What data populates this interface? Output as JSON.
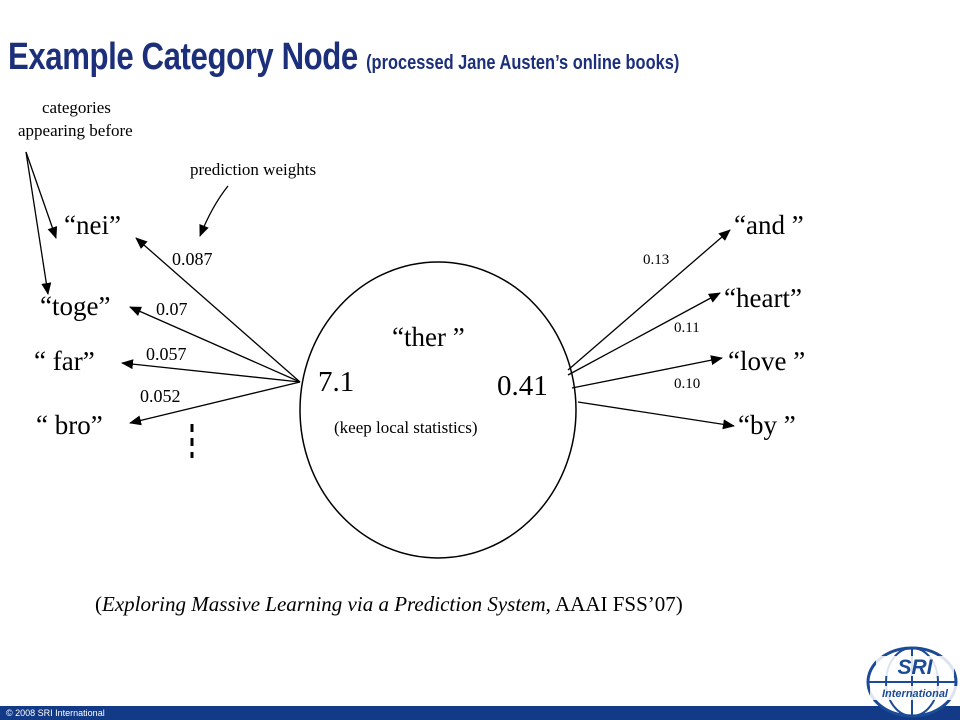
{
  "title": {
    "main": "Example Category Node",
    "subtitle": "(processed Jane Austen’s online books)"
  },
  "annotations": {
    "categories_line1": "categories",
    "categories_line2": "appearing before",
    "prediction_weights": "prediction weights"
  },
  "node": {
    "label": "“ther ”",
    "left_value": "7.1",
    "right_value": "0.41",
    "note": "(keep local statistics)"
  },
  "left_categories": [
    {
      "label": "“nei”",
      "weight": "0.087"
    },
    {
      "label": "“toge”",
      "weight": "0.07"
    },
    {
      "label": "“ far”",
      "weight": "0.057"
    },
    {
      "label": "“ bro”",
      "weight": "0.052"
    }
  ],
  "right_categories": [
    {
      "label": "“and ”",
      "weight": "0.13"
    },
    {
      "label": "“heart”",
      "weight": "0.11"
    },
    {
      "label": "“love ”",
      "weight": "0.10"
    },
    {
      "label": "“by ”",
      "weight": ""
    }
  ],
  "citation": {
    "open": "(",
    "title": "Exploring Massive Learning via a Prediction System",
    "rest": ", AAAI FSS’07)"
  },
  "footer": {
    "copyright": "© 2008 SRI International",
    "logo_text_top": "SRI",
    "logo_text_bottom": "International"
  },
  "colors": {
    "title": "#1c2f7a",
    "footer_bar": "#123a86",
    "logo": "#1b4a96"
  }
}
